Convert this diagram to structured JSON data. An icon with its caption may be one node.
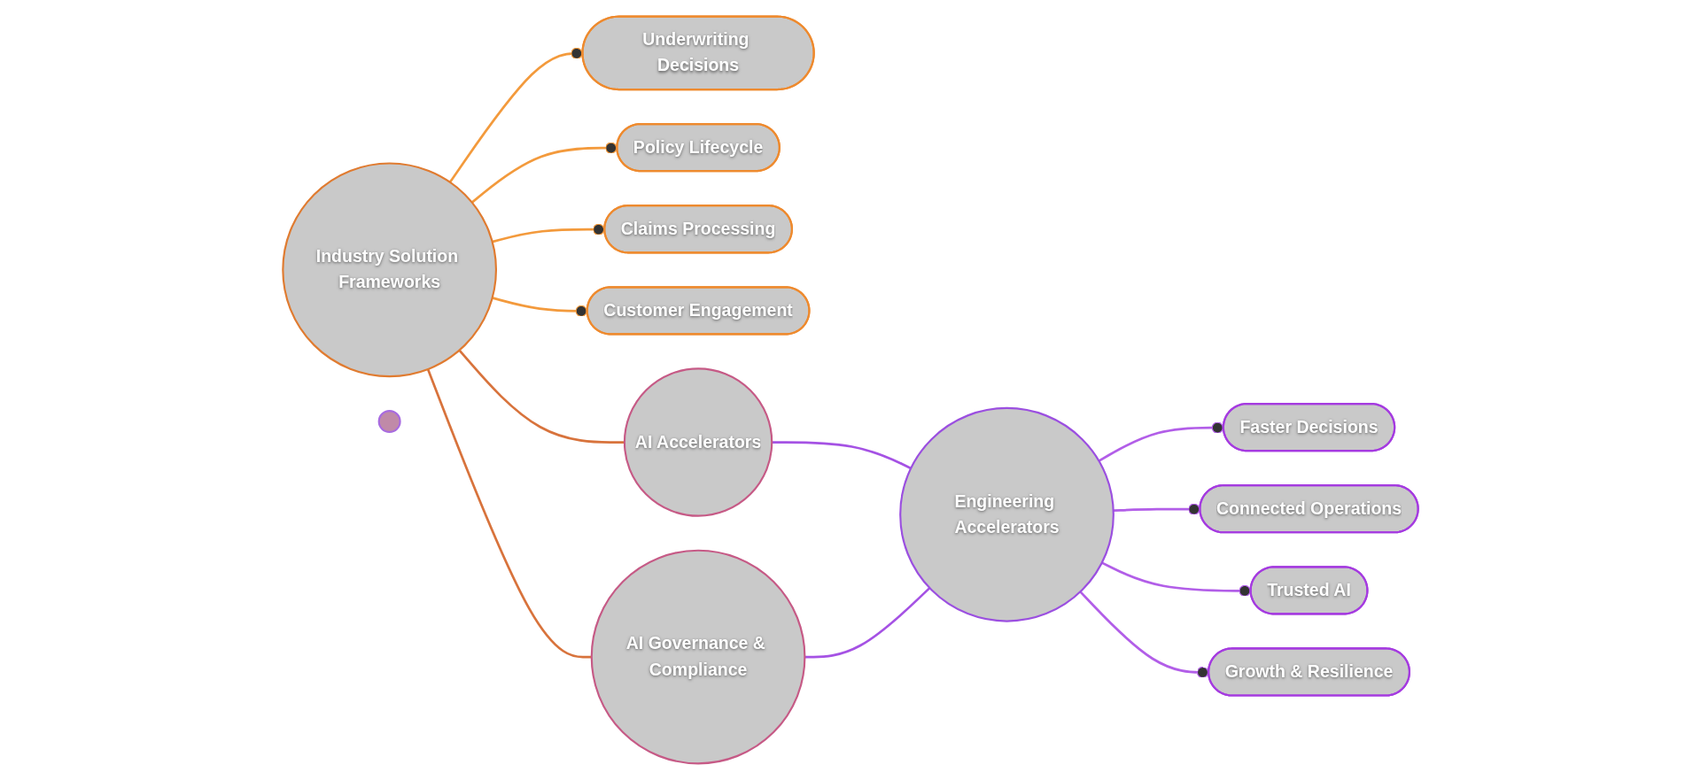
{
  "diagram": {
    "nodes": [
      {
        "text": [
          "Underwriting Decisions"
        ]
      },
      {
        "text": [
          "Policy Lifecycle"
        ]
      },
      {
        "text": [
          "Claims Processing"
        ]
      },
      {
        "text": [
          "Customer Engagement"
        ]
      },
      {
        "text": [
          "Industry Solution Frameworks"
        ]
      },
      {
        "text": [
          "AI Accelerators"
        ]
      },
      {
        "text": [],
        "shape": "circle"
      },
      {
        "text": [
          "AI Governance & Compliance"
        ]
      },
      {
        "text": [
          "Engineering Accelerators"
        ]
      },
      {
        "text": [
          "Faster Decisions"
        ]
      },
      {
        "text": [
          "Connected Operations"
        ]
      },
      {
        "text": [
          "Trusted AI"
        ]
      },
      {
        "text": [
          "Growth & Resilience"
        ]
      }
    ],
    "edges": [
      {
        "from": 4,
        "to": 0,
        "arrow": "other",
        "color": "#f39a3c"
      },
      {
        "from": 4,
        "to": 1,
        "arrow": "other",
        "color": "#f39a3c"
      },
      {
        "from": 4,
        "to": 2,
        "arrow": "other",
        "color": "#f39a3c"
      },
      {
        "from": 4,
        "to": 3,
        "arrow": "other",
        "color": "#f39a3c"
      },
      {
        "from": 8,
        "to": 9,
        "arrow": "other",
        "color": "#b25ee8"
      },
      {
        "from": 8,
        "to": 10,
        "arrow": "other",
        "color": "#b25ee8"
      },
      {
        "from": 8,
        "to": 11,
        "arrow": "other",
        "color": "#b25ee8"
      },
      {
        "from": 8,
        "to": 12,
        "arrow": "other",
        "color": "#b25ee8"
      },
      {
        "from": 4,
        "to": 5,
        "arrow": "none",
        "color": "#d8733c"
      },
      {
        "from": 5,
        "to": 8,
        "arrow": "none",
        "color": "#a552e4"
      },
      {
        "from": 4,
        "to": 7,
        "arrow": "none",
        "color": "#d8733c"
      },
      {
        "from": 7,
        "to": 8,
        "arrow": "none",
        "color": "#a552e4"
      }
    ]
  }
}
